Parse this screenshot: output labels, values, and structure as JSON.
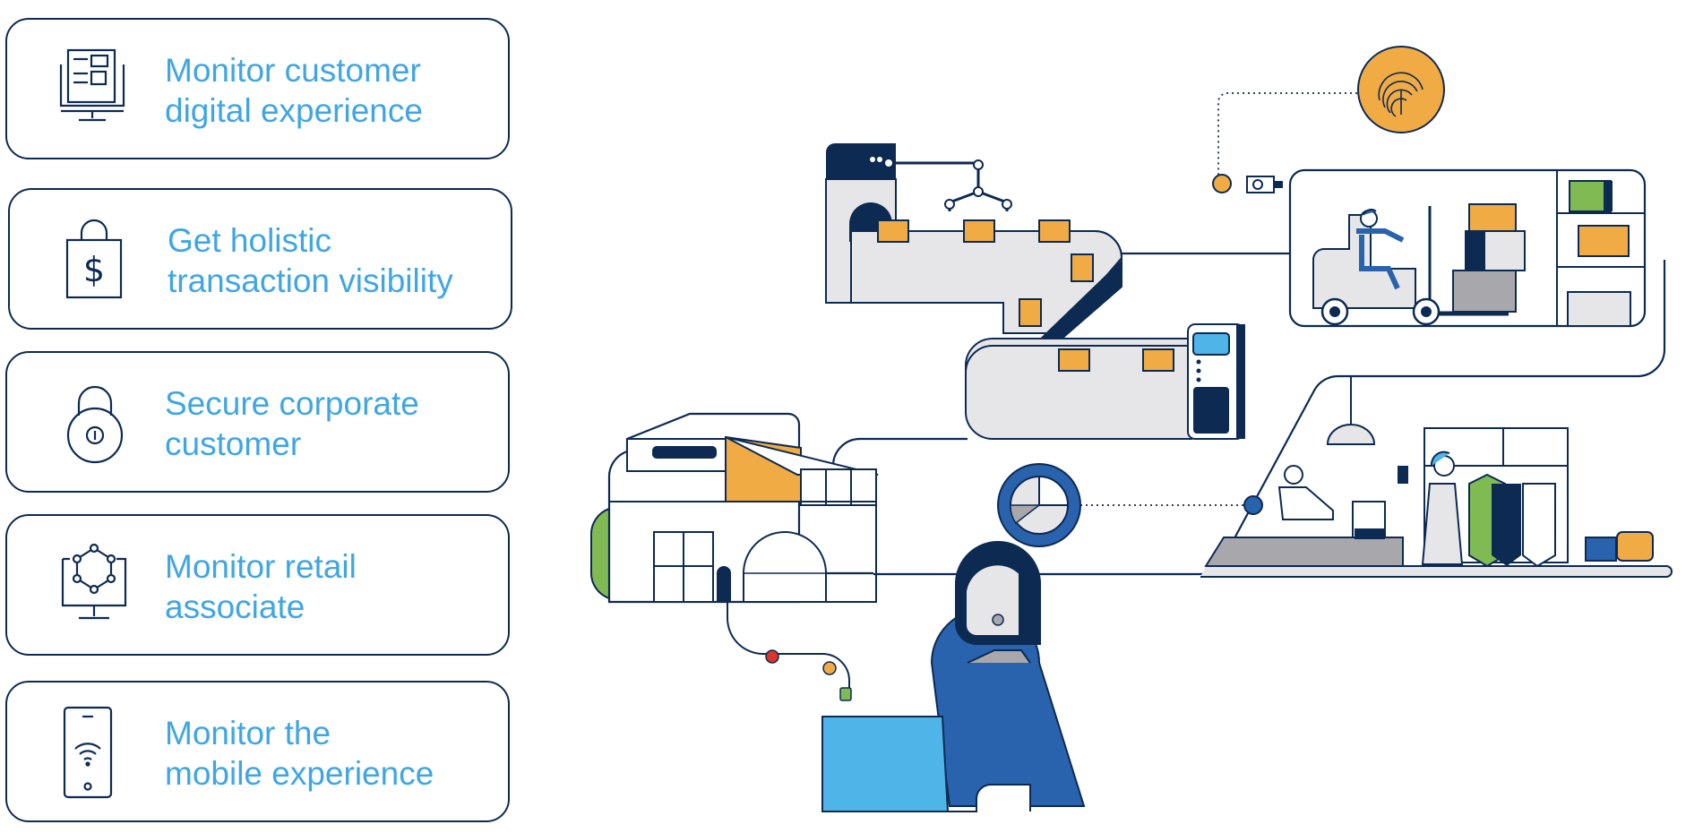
{
  "colors": {
    "navy": "#0d2a52",
    "label_blue": "#3fa6e3",
    "orange": "#f0ab45",
    "green": "#7fbb52",
    "light_blue": "#4fb4e8",
    "mid_blue": "#2962ad",
    "gray": "#e6e6e8",
    "dark_gray": "#a8a8ac",
    "red": "#e0312b"
  },
  "cards": [
    {
      "icon": "newspaper-monitor-icon",
      "lines": [
        "Monitor customer",
        "digital experience"
      ]
    },
    {
      "icon": "shopping-bag-dollar-icon",
      "lines": [
        "Get holistic",
        "transaction visibility"
      ]
    },
    {
      "icon": "padlock-icon",
      "lines": [
        "Secure corporate",
        "customer"
      ]
    },
    {
      "icon": "network-monitor-icon",
      "lines": [
        "Monitor retail",
        "associate"
      ]
    },
    {
      "icon": "smartphone-wifi-icon",
      "lines": [
        "Monitor the",
        "mobile experience"
      ]
    }
  ]
}
